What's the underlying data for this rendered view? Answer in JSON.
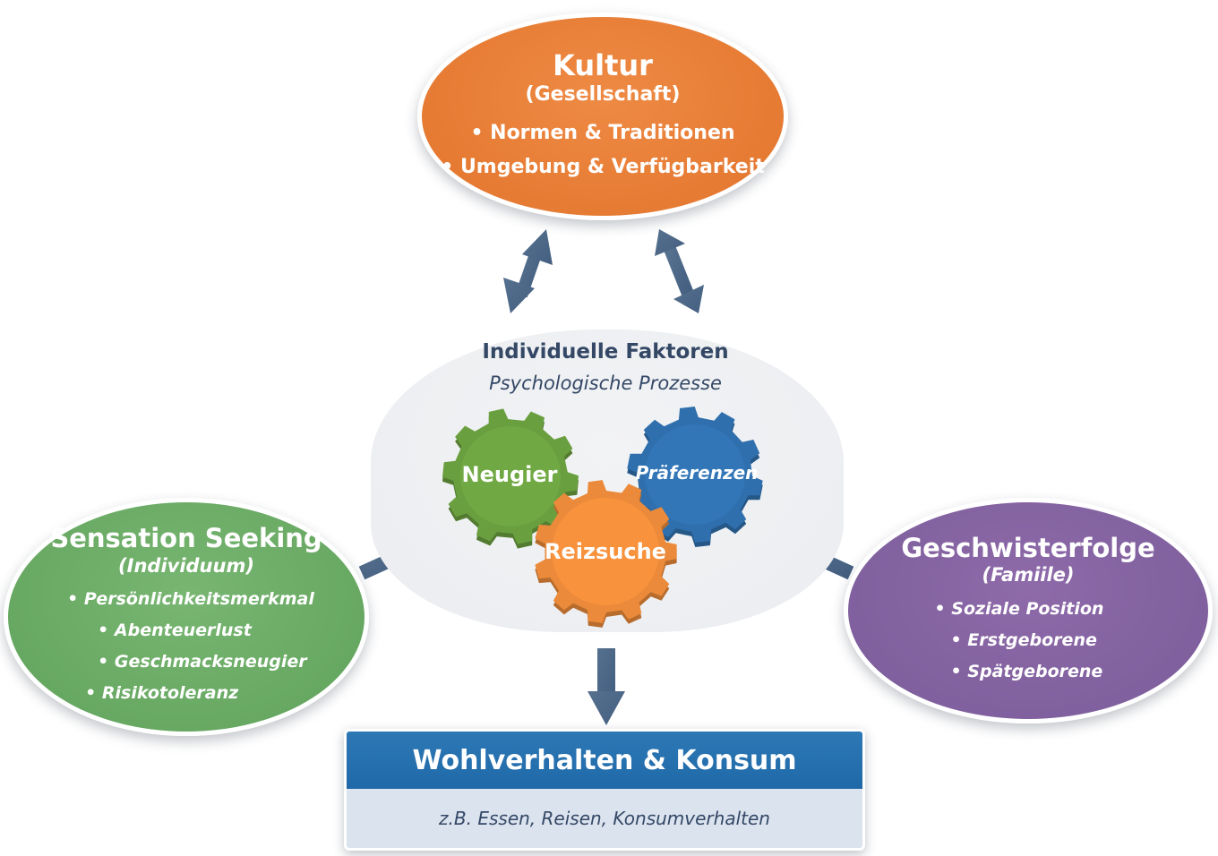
{
  "nodes": {
    "kultur": {
      "title": "Kultur",
      "subtitle": "(Gesellschaft)",
      "items": [
        "• Normen & Traditionen",
        "• Umgebung & Verfügbarkeit"
      ],
      "color": "#e67b33"
    },
    "sensation": {
      "title": "Sensation Seeking",
      "subtitle": "(Individuum)",
      "items": [
        "• Persönlichkeitsmerkmal",
        "• Abenteuerlust",
        "• Geschmacksneugier",
        "• Risikotoleranz"
      ],
      "color": "#67a862"
    },
    "geschwister": {
      "title": "Geschwisterfolge",
      "subtitle": "(Famiile)",
      "items": [
        "• Soziale Position",
        "• Erstgeborene",
        "• Spätgeborene"
      ],
      "color": "#80609e"
    },
    "center": {
      "title": "Individuelle Faktoren",
      "subtitle": "Psychologische Prozesse",
      "gears": [
        {
          "label": "Neugier",
          "color": "#6a9f3f"
        },
        {
          "label": "Präferenzen",
          "color": "#2f6fad"
        },
        {
          "label": "Reizsuche",
          "color": "#ea8a3a"
        }
      ]
    },
    "result": {
      "title": "Wohlverhalten & Konsum",
      "subtitle": "z.B. Essen, Reisen, Konsumverhalten",
      "color": "#1f69a8"
    }
  },
  "arrow_color": "#4a6584"
}
